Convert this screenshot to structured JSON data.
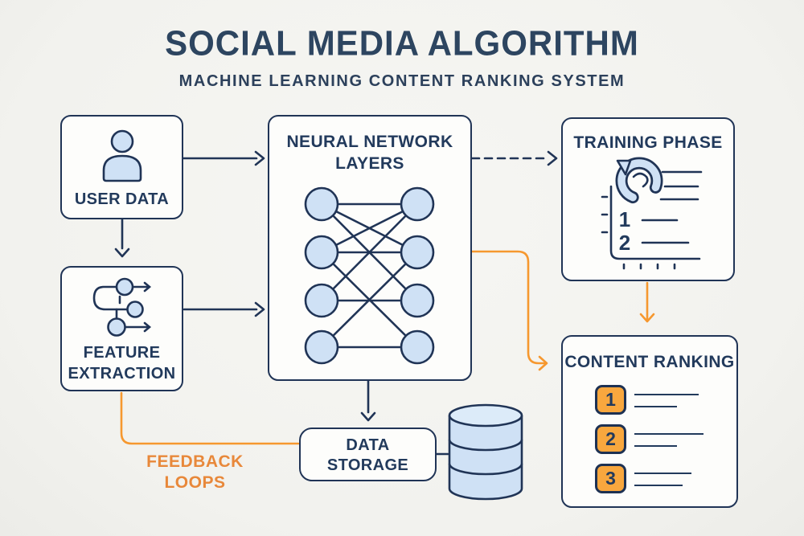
{
  "header": {
    "title": "SOCIAL MEDIA ALGORITHM",
    "subtitle": "MACHINE LEARNING CONTENT RANKING SYSTEM"
  },
  "boxes": {
    "user_data": {
      "label": "USER DATA",
      "icon": "user-icon"
    },
    "feature_extraction": {
      "label": "FEATURE EXTRACTION",
      "icon": "flow-branch-icon"
    },
    "neural_network": {
      "label_line1": "NEURAL NETWORK",
      "label_line2": "LAYERS"
    },
    "training_phase": {
      "label": "TRAINING PHASE",
      "icon": "training-chart-refresh-icon",
      "icon_numbers": {
        "n1": "1",
        "n2": "2"
      }
    },
    "content_ranking": {
      "label": "CONTENT RANKING",
      "items": [
        {
          "rank": "1"
        },
        {
          "rank": "2"
        },
        {
          "rank": "3"
        }
      ]
    },
    "data_storage": {
      "label": "DATA STORAGE",
      "icon": "database-icon"
    }
  },
  "annotations": {
    "feedback_loops": {
      "label_line1": "FEEDBACK",
      "label_line2": "LOOPS"
    }
  },
  "neural_network_graph": {
    "left_nodes": 4,
    "right_nodes": 4,
    "edges": [
      [
        0,
        0
      ],
      [
        0,
        1
      ],
      [
        0,
        2
      ],
      [
        1,
        0
      ],
      [
        1,
        1
      ],
      [
        1,
        3
      ],
      [
        2,
        0
      ],
      [
        2,
        2
      ],
      [
        3,
        1
      ],
      [
        3,
        3
      ]
    ]
  },
  "colors": {
    "navy": "#203456",
    "text_navy": "#223a5c",
    "light_blue": "#cfe1f5",
    "orange": "#f6982f",
    "orange_fill": "#f8a73e",
    "background": "#f2f2ee",
    "box_fill": "#fdfdfb"
  }
}
